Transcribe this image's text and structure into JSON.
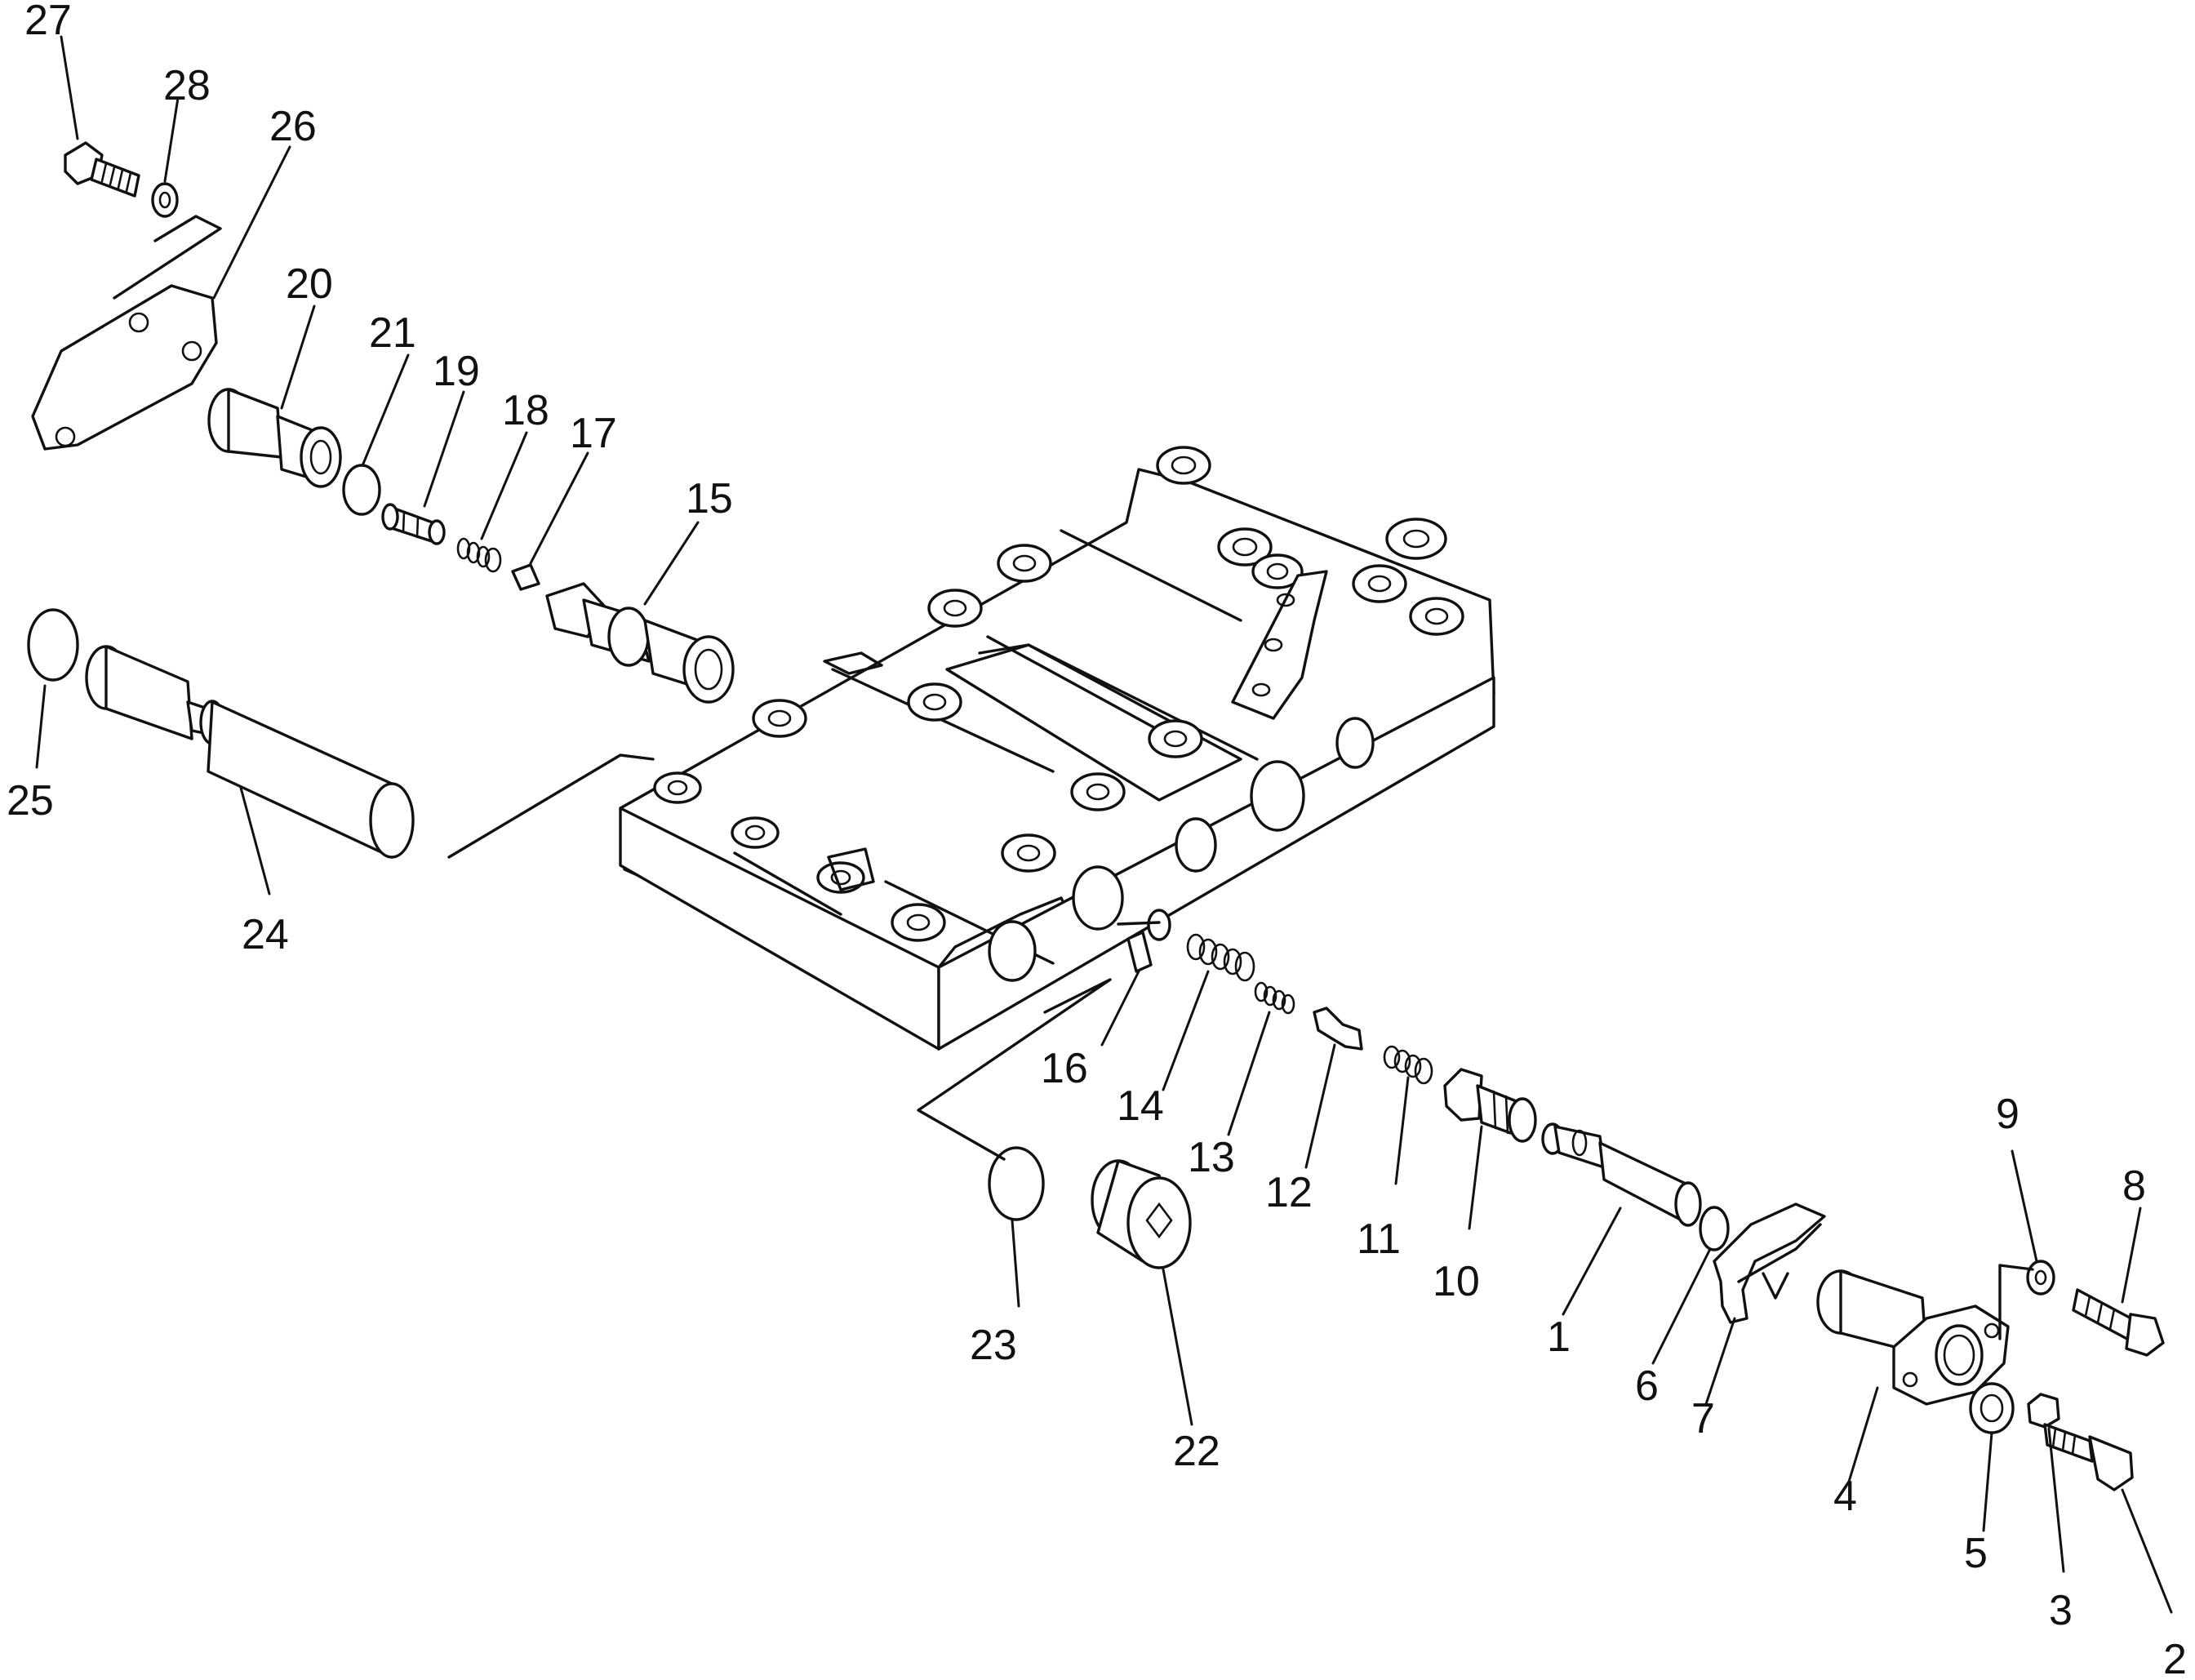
{
  "callouts": [
    {
      "id": "1",
      "label": "1"
    },
    {
      "id": "2",
      "label": "2"
    },
    {
      "id": "3",
      "label": "3"
    },
    {
      "id": "4",
      "label": "4"
    },
    {
      "id": "5",
      "label": "5"
    },
    {
      "id": "6",
      "label": "6"
    },
    {
      "id": "7",
      "label": "7"
    },
    {
      "id": "8",
      "label": "8"
    },
    {
      "id": "9",
      "label": "9"
    },
    {
      "id": "10",
      "label": "10"
    },
    {
      "id": "11",
      "label": "11"
    },
    {
      "id": "12",
      "label": "12"
    },
    {
      "id": "13",
      "label": "13"
    },
    {
      "id": "14",
      "label": "14"
    },
    {
      "id": "15",
      "label": "15"
    },
    {
      "id": "16",
      "label": "16"
    },
    {
      "id": "17",
      "label": "17"
    },
    {
      "id": "18",
      "label": "18"
    },
    {
      "id": "19",
      "label": "19"
    },
    {
      "id": "20",
      "label": "20"
    },
    {
      "id": "21",
      "label": "21"
    },
    {
      "id": "22",
      "label": "22"
    },
    {
      "id": "23",
      "label": "23"
    },
    {
      "id": "24",
      "label": "24"
    },
    {
      "id": "25",
      "label": "25"
    },
    {
      "id": "26",
      "label": "26"
    },
    {
      "id": "27",
      "label": "27"
    },
    {
      "id": "28",
      "label": "28"
    }
  ]
}
